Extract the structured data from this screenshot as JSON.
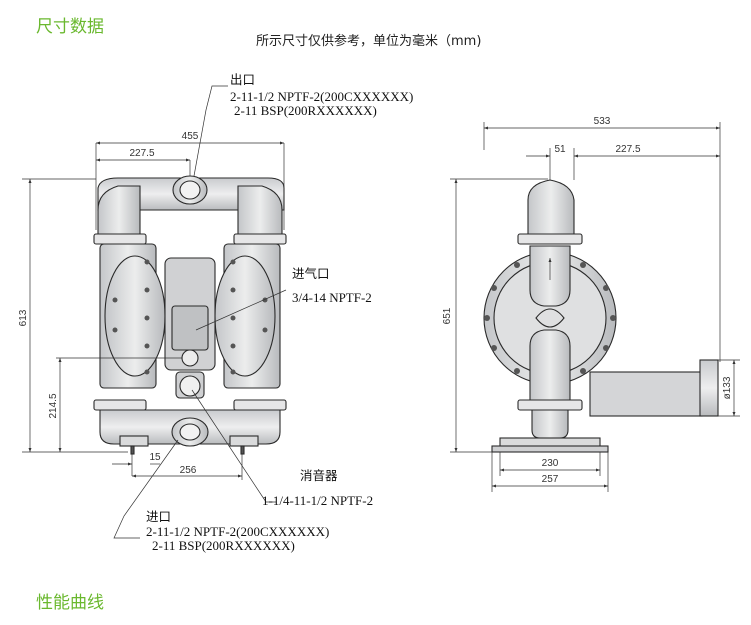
{
  "sections": {
    "dimensions_title": "尺寸数据",
    "curves_title": "性能曲线"
  },
  "note": "所示尺寸仅供参考，单位为毫米（mm)",
  "callouts": {
    "outlet_title": "出口",
    "outlet_line1": "2-11-1/2 NPTF-2(200CXXXXXX)",
    "outlet_line2": "2-11 BSP(200RXXXXXX)",
    "air_inlet_title": "进气口",
    "air_inlet_spec": "3/4-14 NPTF-2",
    "muffler_title": "消音器",
    "muffler_spec": "1-1/4-11-1/2 NPTF-2",
    "inlet_title": "进口",
    "inlet_line1": "2-11-1/2 NPTF-2(200CXXXXXX)",
    "inlet_line2": "2-11 BSP(200RXXXXXX)"
  },
  "front_view_dims": {
    "overall_width": "455",
    "half_width": "227.5",
    "height": "613",
    "inlet_height": "214.5",
    "foot_offset": "15",
    "foot_span": "256"
  },
  "side_view_dims": {
    "overall_depth": "533",
    "offset_51": "51",
    "offset_227": "227.5",
    "height": "651",
    "muffler_dia": "ø133",
    "base_inner": "230",
    "base_outer": "257"
  },
  "colors": {
    "section_title": "#6ab82e",
    "drawing_line": "#2a2a2a",
    "metal_fill": "#d9dadc"
  }
}
